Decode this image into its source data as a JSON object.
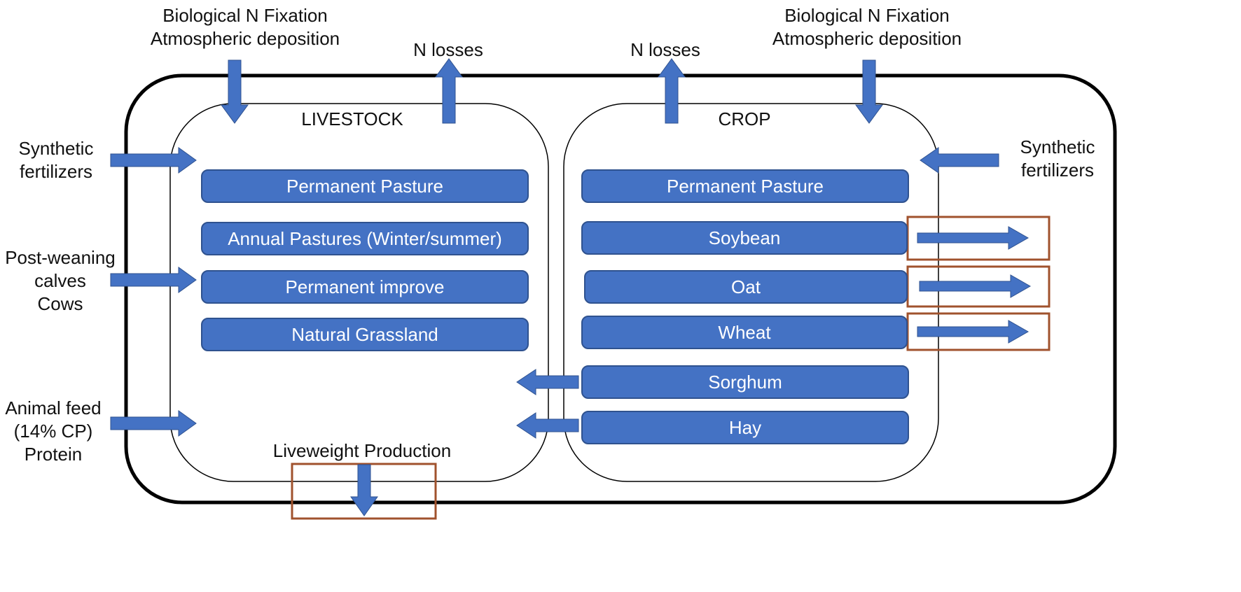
{
  "colors": {
    "bar_fill": "#4472C4",
    "bar_border": "#2F528F",
    "arrow": "#4472C4",
    "highlight_box": "#A0522D",
    "outline": "#000000"
  },
  "livestock": {
    "title": "LIVESTOCK",
    "items": [
      "Permanent Pasture",
      "Annual Pastures (Winter/summer)",
      "Permanent improve",
      "Natural Grassland"
    ],
    "output": "Liveweight Production"
  },
  "crop": {
    "title": "CROP",
    "items": [
      "Permanent Pasture",
      "Soybean",
      "Oat",
      "Wheat",
      "Sorghum",
      "Hay"
    ]
  },
  "inputs": {
    "left_bnf_line1": "Biological N Fixation",
    "left_bnf_line2": "Atmospheric deposition",
    "left_losses": "N losses",
    "right_losses": "N losses",
    "right_bnf_line1": "Biological N Fixation",
    "right_bnf_line2": "Atmospheric deposition",
    "left_fert_line1": "Synthetic",
    "left_fert_line2": "fertilizers",
    "right_fert_line1": "Synthetic",
    "right_fert_line2": "fertilizers",
    "calves_line1": "Post-weaning",
    "calves_line2": "calves",
    "calves_line3": "Cows",
    "feed_line1": "Animal feed",
    "feed_line2": "(14% CP)",
    "feed_line3": "Protein"
  }
}
